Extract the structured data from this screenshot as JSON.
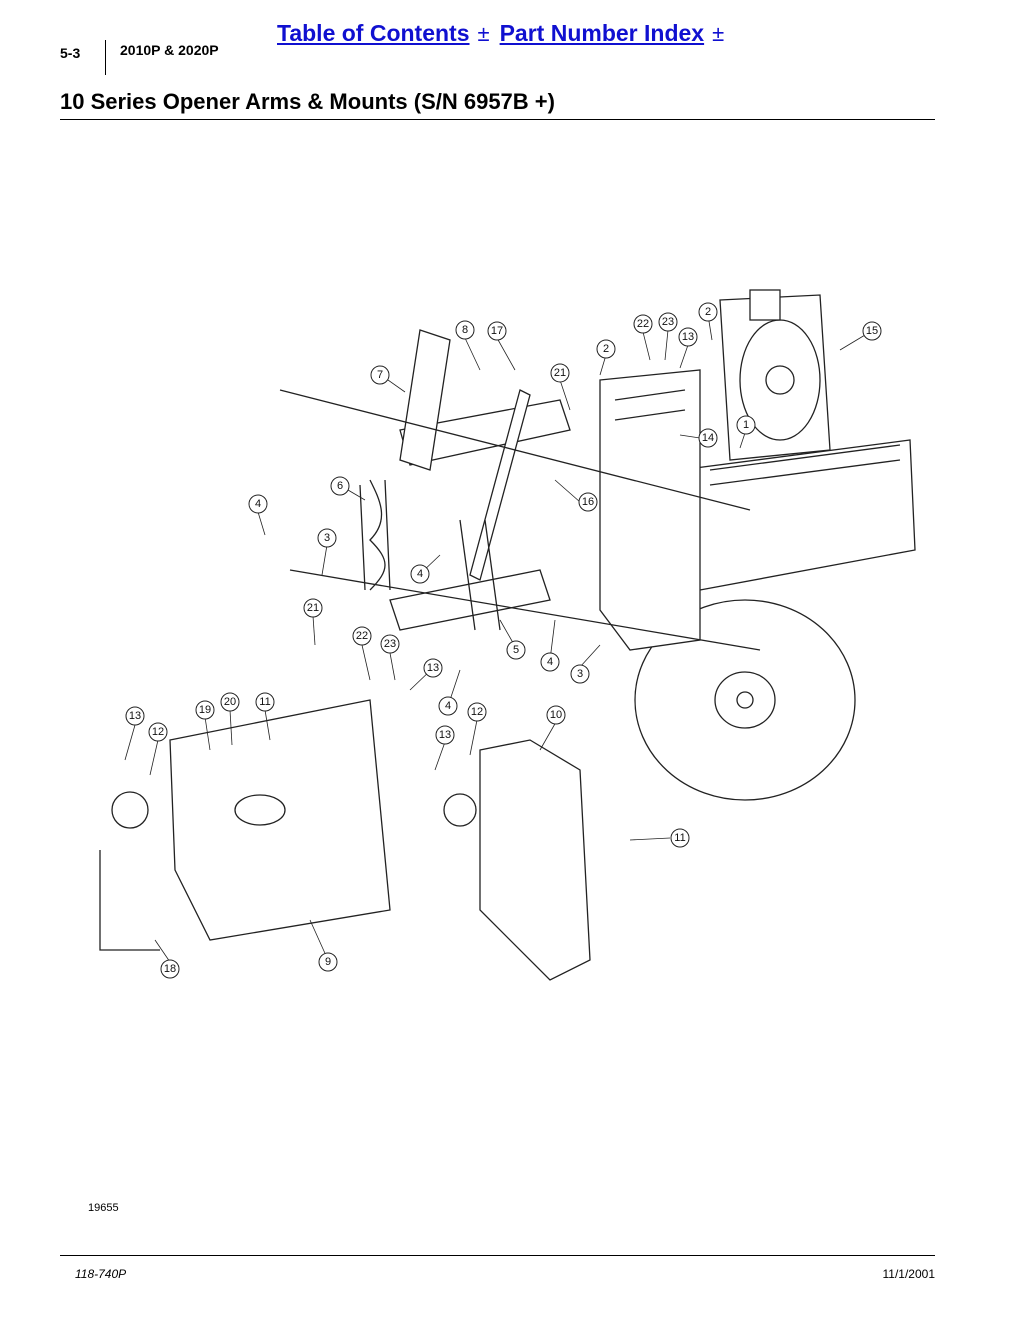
{
  "header": {
    "links": [
      {
        "label": "Table of Contents",
        "arrow": "±"
      },
      {
        "label": "Part Number Index",
        "arrow": "±"
      }
    ],
    "page_number": "5-3",
    "model": "2010P & 2020P",
    "title": "10 Series Opener Arms & Mounts (S/N 6957B +)"
  },
  "figure": {
    "id": "19655",
    "callouts": [
      "1",
      "2",
      "2",
      "3",
      "3",
      "4",
      "4",
      "4",
      "4",
      "5",
      "6",
      "7",
      "8",
      "9",
      "10",
      "11",
      "11",
      "12",
      "12",
      "13",
      "13",
      "13",
      "13",
      "14",
      "15",
      "16",
      "17",
      "18",
      "19",
      "20",
      "21",
      "21",
      "22",
      "22",
      "23",
      "23"
    ]
  },
  "footer": {
    "doc_number": "118-740P",
    "date": "11/1/2001"
  }
}
